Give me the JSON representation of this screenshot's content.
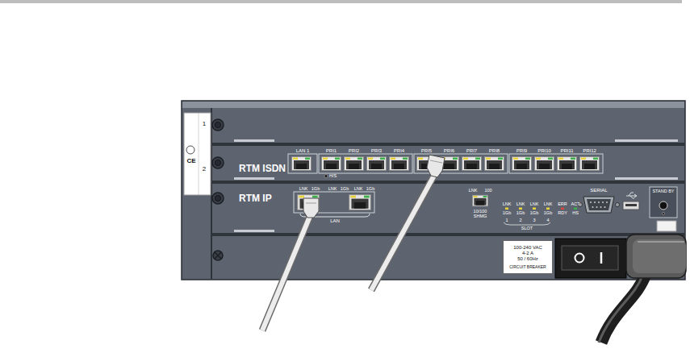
{
  "diagram": {
    "nodes": [
      {
        "text": [
          "RTM ISDN"
        ]
      },
      {
        "text": [
          "RTM IP"
        ]
      },
      {
        "text": [
          "100-240 VAC",
          "4-2 A",
          "50 / 60Hz",
          "CIRCUIT BREAKER"
        ]
      }
    ],
    "labels": [
      "1",
      "2",
      "CE",
      "LAN 1",
      "PRI1",
      "PRI2",
      "PRI3",
      "PRI4",
      "PRI5",
      "PRI6",
      "PRI7",
      "PRI8",
      "PRI9",
      "PRI10",
      "PRI11",
      "PRI12",
      "H/S",
      "LNK",
      "1Gb",
      "LNK",
      "1Gb",
      "LNK",
      "1Gb",
      "LAN",
      "LNK",
      "100",
      "10/100 SHMG",
      "LNK",
      "1Gb",
      "LNK",
      "1Gb",
      "LNK",
      "1Gb",
      "LNK",
      "1Gb",
      "1",
      "2",
      "3",
      "4",
      "SLOT",
      "ERR",
      "ACT",
      "RDY",
      "HS",
      "SERIAL",
      "STAND BY"
    ]
  }
}
